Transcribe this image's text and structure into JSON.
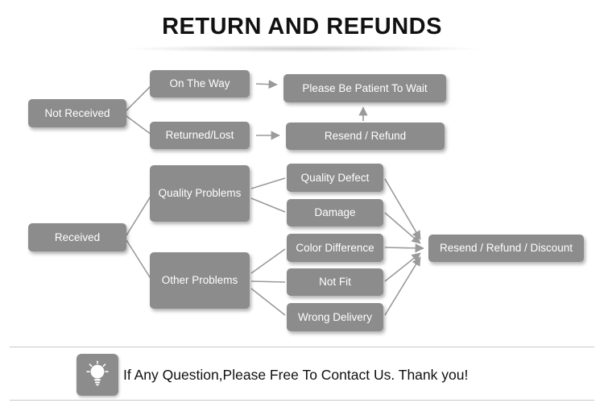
{
  "title": "RETURN AND REFUNDS",
  "nodes": {
    "not_received": "Not Received",
    "on_the_way": "On The Way",
    "returned_lost": "Returned/Lost",
    "be_patient": "Please Be Patient To Wait",
    "resend_refund": "Resend / Refund",
    "received": "Received",
    "quality_problems": "Quality Problems",
    "other_problems": "Other Problems",
    "quality_defect": "Quality Defect",
    "damage": "Damage",
    "color_difference": "Color Difference",
    "not_fit": "Not Fit",
    "wrong_delivery": "Wrong Delivery",
    "resend_refund_discount": "Resend / Refund / Discount"
  },
  "edges": [
    {
      "from": "not_received",
      "to": "on_the_way",
      "arrow": false
    },
    {
      "from": "not_received",
      "to": "returned_lost",
      "arrow": false
    },
    {
      "from": "on_the_way",
      "to": "be_patient",
      "arrow": true
    },
    {
      "from": "returned_lost",
      "to": "resend_refund",
      "arrow": true
    },
    {
      "from": "resend_refund",
      "to": "be_patient",
      "arrow": true
    },
    {
      "from": "received",
      "to": "quality_problems",
      "arrow": false
    },
    {
      "from": "received",
      "to": "other_problems",
      "arrow": false
    },
    {
      "from": "quality_problems",
      "to": "quality_defect",
      "arrow": false
    },
    {
      "from": "quality_problems",
      "to": "damage",
      "arrow": false
    },
    {
      "from": "other_problems",
      "to": "color_difference",
      "arrow": false
    },
    {
      "from": "other_problems",
      "to": "not_fit",
      "arrow": false
    },
    {
      "from": "other_problems",
      "to": "wrong_delivery",
      "arrow": false
    },
    {
      "from": "quality_defect",
      "to": "resend_refund_discount",
      "arrow": true
    },
    {
      "from": "damage",
      "to": "resend_refund_discount",
      "arrow": true
    },
    {
      "from": "color_difference",
      "to": "resend_refund_discount",
      "arrow": true
    },
    {
      "from": "not_fit",
      "to": "resend_refund_discount",
      "arrow": true
    },
    {
      "from": "wrong_delivery",
      "to": "resend_refund_discount",
      "arrow": true
    }
  ],
  "footer": {
    "message": "If Any Question,Please Free To Contact Us. Thank you!"
  },
  "colors": {
    "box_fill": "#8c8c8c",
    "box_text": "#ffffff",
    "connector": "#9a9a9a",
    "title_text": "#111111"
  }
}
